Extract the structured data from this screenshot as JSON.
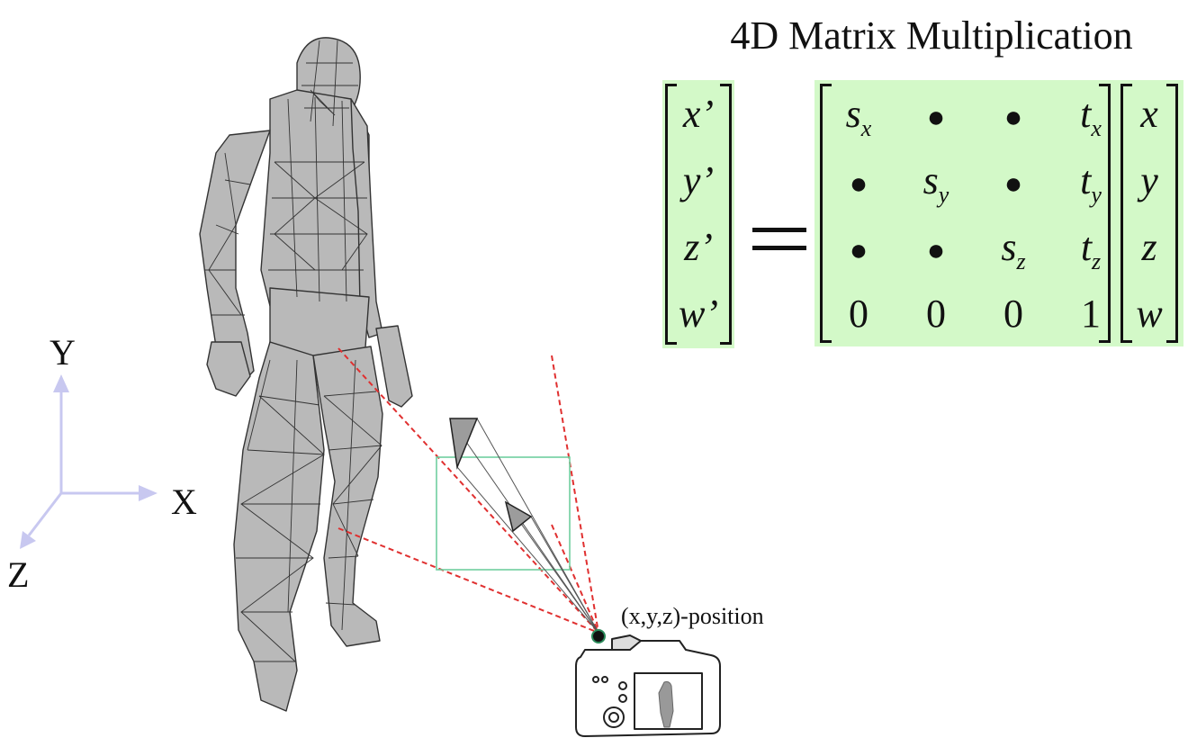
{
  "title": "4D Matrix Multiplication",
  "output_vector": [
    "x’",
    "y’",
    "z’",
    "w’"
  ],
  "input_vector": [
    "x",
    "y",
    "z",
    "w"
  ],
  "matrix": [
    [
      {
        "base": "s",
        "sub": "x"
      },
      {
        "dot": "●"
      },
      {
        "dot": "●"
      },
      {
        "base": "t",
        "sub": "x"
      }
    ],
    [
      {
        "dot": "●"
      },
      {
        "base": "s",
        "sub": "y"
      },
      {
        "dot": "●"
      },
      {
        "base": "t",
        "sub": "y"
      }
    ],
    [
      {
        "dot": "●"
      },
      {
        "dot": "●"
      },
      {
        "base": "s",
        "sub": "z"
      },
      {
        "base": "t",
        "sub": "z"
      }
    ],
    [
      {
        "num": "0"
      },
      {
        "num": "0"
      },
      {
        "num": "0"
      },
      {
        "num": "1"
      }
    ]
  ],
  "axes": {
    "x_label": "X",
    "y_label": "Y",
    "z_label": "Z"
  },
  "camera_label": "(x,y,z)-position",
  "colors": {
    "matrix_background": "#d3f9c8",
    "axis": "#c8c8f0",
    "frustum_lines": "#e03030",
    "view_window": "#6fcf9f",
    "mesh_fill": "#b9b9b9",
    "mesh_lines": "#333333"
  }
}
